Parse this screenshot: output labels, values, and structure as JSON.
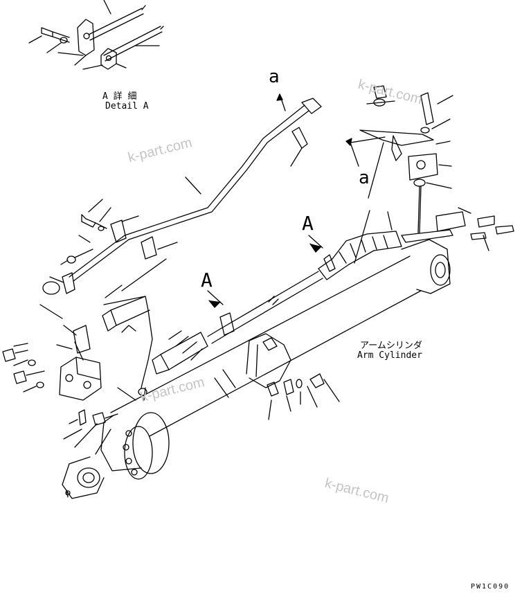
{
  "detail": {
    "jp": "A 詳 細",
    "en": "Detail A"
  },
  "view_letters": {
    "a_top": "a",
    "a_right": "a",
    "A_left": "A",
    "A_right": "A"
  },
  "arm_cylinder": {
    "jp": "アームシリンダ",
    "en": "Arm Cylinder"
  },
  "watermarks": [
    "k-part.com",
    "k-part.com",
    "k-part.com",
    "k-part.com"
  ],
  "drawing_code": "PW1C090"
}
